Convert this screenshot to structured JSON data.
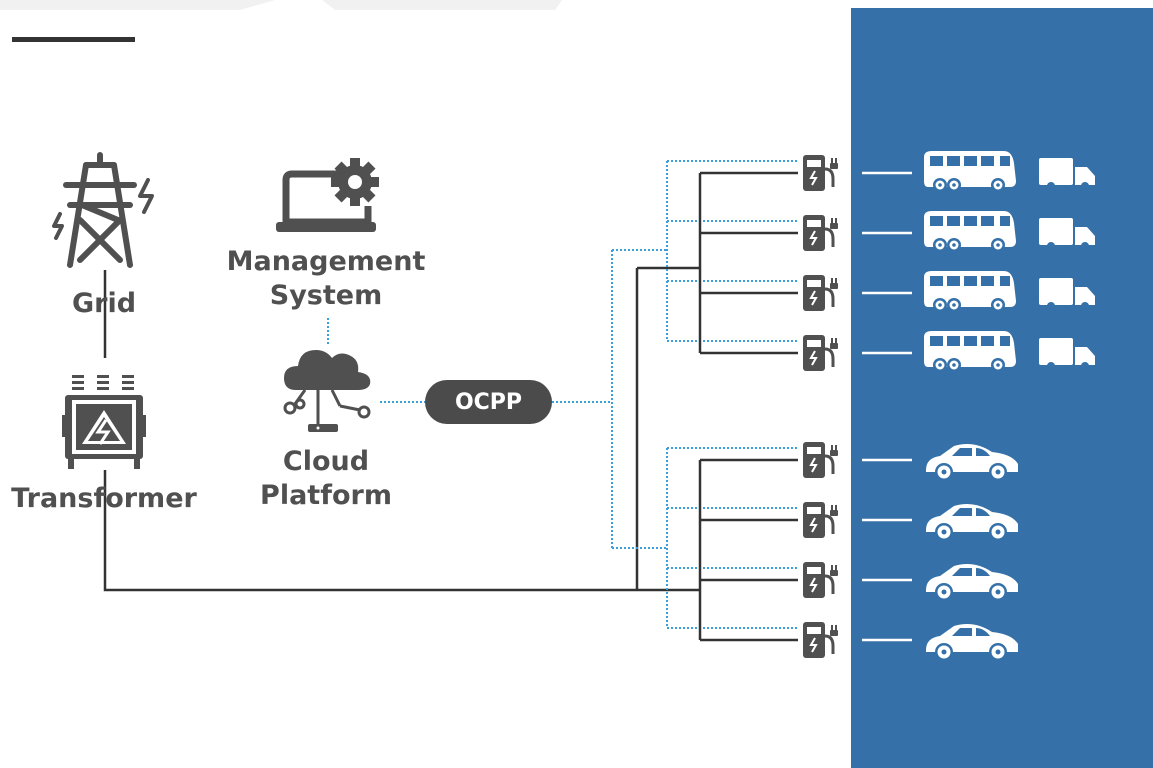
{
  "nodes": {
    "grid": {
      "label": "Grid",
      "icon": "power-tower-icon"
    },
    "transformer": {
      "label": "Transformer",
      "icon": "transformer-icon"
    },
    "management": {
      "label_line1": "Management",
      "label_line2": "System",
      "icon": "laptop-gear-icon"
    },
    "cloud": {
      "label_line1": "Cloud",
      "label_line2": "Platform",
      "icon": "cloud-network-icon"
    },
    "protocol": {
      "label": "OCPP"
    }
  },
  "charger_rows": [
    {
      "charger_icon": "charger-icon",
      "vehicles": [
        "bus-icon",
        "truck-icon"
      ]
    },
    {
      "charger_icon": "charger-icon",
      "vehicles": [
        "bus-icon",
        "truck-icon"
      ]
    },
    {
      "charger_icon": "charger-icon",
      "vehicles": [
        "bus-icon",
        "truck-icon"
      ]
    },
    {
      "charger_icon": "charger-icon",
      "vehicles": [
        "bus-icon",
        "truck-icon"
      ]
    },
    {
      "charger_icon": "charger-icon",
      "vehicles": [
        "car-icon"
      ]
    },
    {
      "charger_icon": "charger-icon",
      "vehicles": [
        "car-icon"
      ]
    },
    {
      "charger_icon": "charger-icon",
      "vehicles": [
        "car-icon"
      ]
    },
    {
      "charger_icon": "charger-icon",
      "vehicles": [
        "car-icon"
      ]
    }
  ],
  "colors": {
    "panel": "#3571a8",
    "icon_gray": "#505050",
    "power_line": "#333333",
    "data_line": "#3aa0dc",
    "ocpp_pill": "#4b4b4b",
    "vehicle_white": "#ffffff",
    "header_tab": "#f1f1f1"
  }
}
